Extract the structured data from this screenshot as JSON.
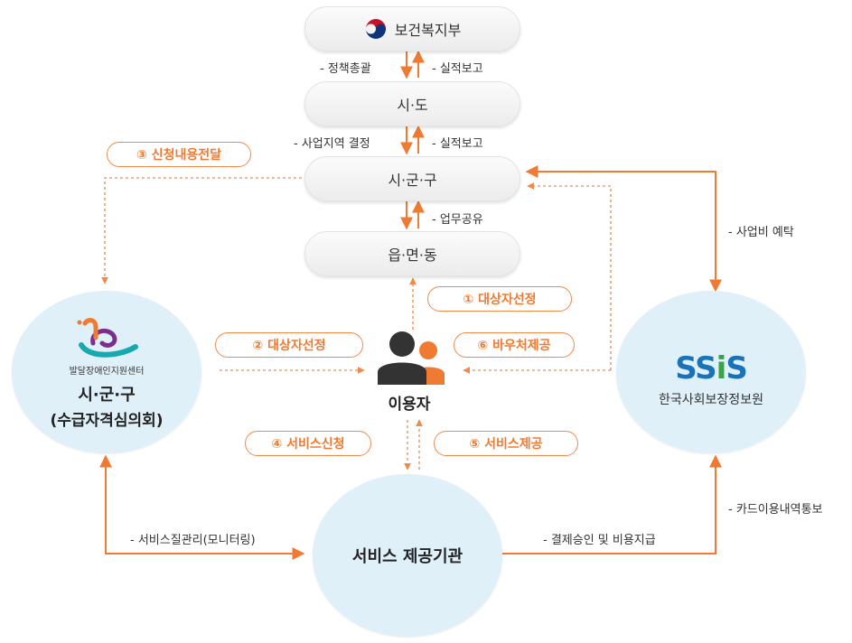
{
  "boxes": {
    "ministry": "보건복지부",
    "province": "시·도",
    "city": "시·군·구",
    "town": "읍·면·동"
  },
  "arrow_labels": {
    "policy": "- 정책총괄",
    "report1": "- 실적보고",
    "business_area": "- 사업지역 결정",
    "report2": "- 실적보고",
    "work_share": "- 업무공유",
    "budget": "- 사업비 예탁",
    "card_notice": "- 카드이용내역통보",
    "payment": "- 결제승인 및 비용지급",
    "quality": "- 서비스질관리(모니터링)"
  },
  "steps": {
    "s1": "① 대상자선정",
    "s2": "② 대상자선정",
    "s3": "③ 신청내용전달",
    "s4": "④ 서비스신청",
    "s5": "⑤ 서비스제공",
    "s6": "⑥ 바우처제공"
  },
  "left_circle": {
    "org": "발달장애인지원센터",
    "line1": "시·군·구",
    "line2": "(수급자격심의회)"
  },
  "right_circle": {
    "logo": "SSiS",
    "org": "한국사회보장정보원"
  },
  "user": {
    "label": "이용자"
  },
  "bottom_circle": {
    "label": "서비스 제공기관"
  },
  "colors": {
    "accent": "#f07a32",
    "circle_fill": "#dff0f8",
    "box_fill": "#f2f2f2",
    "ssis_blue": "#1a73b8",
    "ssis_green": "#3aa34a",
    "user_dark": "#333333"
  }
}
